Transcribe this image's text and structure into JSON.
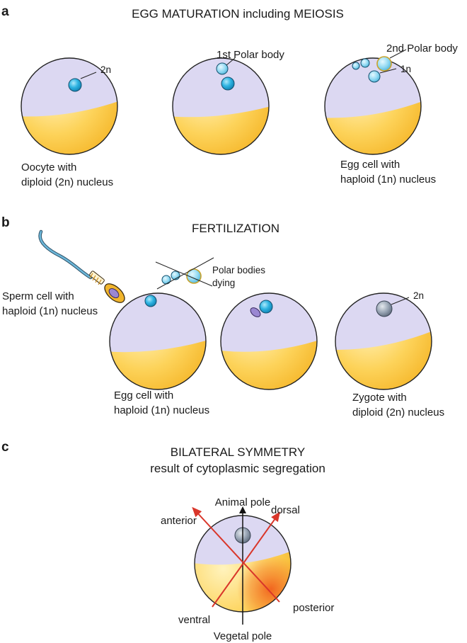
{
  "colors": {
    "yolk": "#fbc53c",
    "yolk_light": "#fff1b8",
    "cytoplasm": "#dcd8f2",
    "nucleus": "#1fa6d8",
    "nucleus_highlight": "#a9e6fa",
    "polar": "#8fd8f2",
    "zygote_nucleus": "#8b96a6",
    "sperm_head": "#9a87d2",
    "sperm_collar": "#f1b52c",
    "sperm_tail": "#5aa4c8",
    "axis": "#111111",
    "axis_red": "#d9362a"
  },
  "panel_a": {
    "letter": "a",
    "title": "EGG MATURATION including MEIOSIS",
    "label_2n": "2n",
    "label_1st_polar": "1st Polar body",
    "label_2nd_polar": "2nd Polar body",
    "label_1n": "1n",
    "oocyte_caption": [
      "Oocyte with",
      "diploid (2n) nucleus"
    ],
    "egg_caption": [
      "Egg cell with",
      "haploid (1n) nucleus"
    ]
  },
  "panel_b": {
    "letter": "b",
    "title": "FERTILIZATION",
    "sperm_caption": [
      "Sperm cell with",
      "haploid (1n) nucleus"
    ],
    "polar_dying": [
      "Polar bodies",
      "dying"
    ],
    "egg_caption": [
      "Egg cell with",
      "haploid (1n) nucleus"
    ],
    "label_2n": "2n",
    "zygote_caption": [
      "Zygote with",
      "diploid (2n) nucleus"
    ]
  },
  "panel_c": {
    "letter": "c",
    "title": "BILATERAL SYMMETRY",
    "subtitle": "result of cytoplasmic segregation",
    "animal_pole": "Animal pole",
    "vegetal_pole": "Vegetal pole",
    "anterior": "anterior",
    "posterior": "posterior",
    "dorsal": "dorsal",
    "ventral": "ventral"
  }
}
